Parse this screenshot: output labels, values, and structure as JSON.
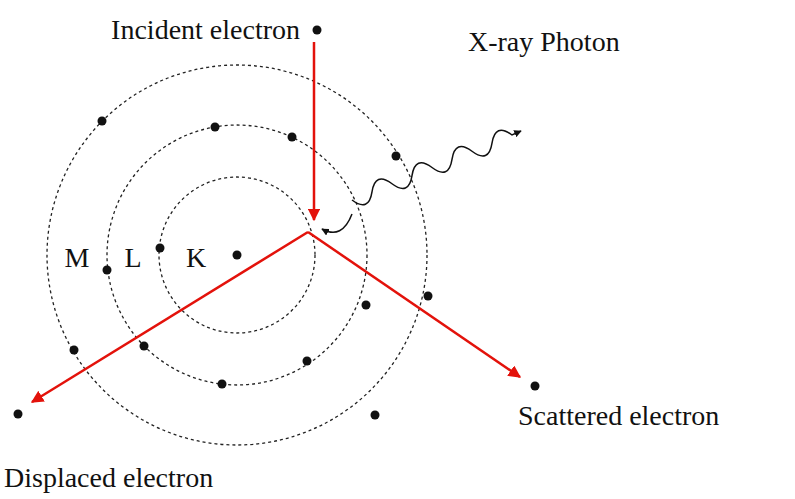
{
  "diagram": {
    "labels": [
      "Incident electron",
      "X-ray Photon",
      "M",
      "L",
      "K",
      "Scattered electron",
      "Displaced electron"
    ]
  }
}
